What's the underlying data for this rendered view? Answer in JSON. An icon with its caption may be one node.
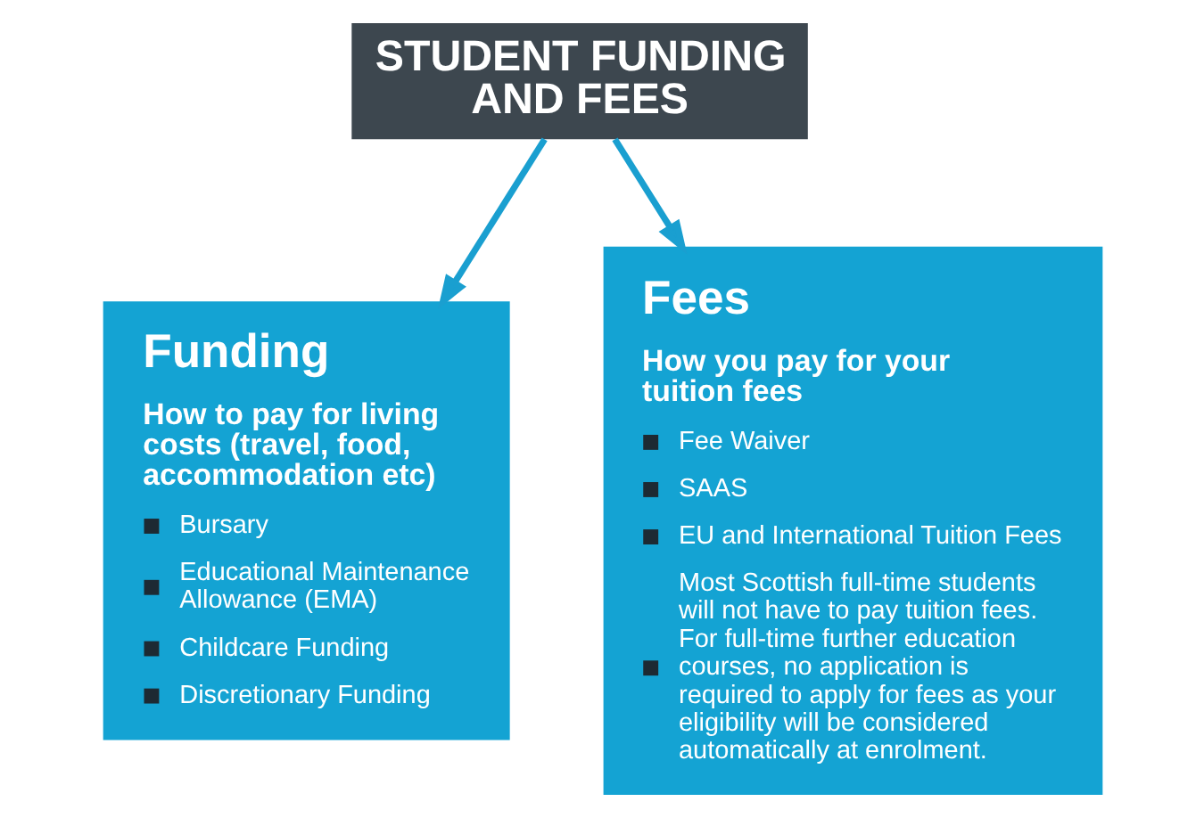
{
  "diagram": {
    "nodes": [
      {
        "text": [
          "STUDENT FUNDING AND FEES"
        ]
      },
      {
        "text": [
          "Funding",
          "How to pay for living costs (travel, food, accommodation etc)",
          "Bursary",
          "Educational Maintenance Allowance (EMA)",
          "Childcare Funding",
          "Discretionary Funding"
        ]
      },
      {
        "text": [
          "Fees",
          "How you pay for your tuition fees",
          "Fee Waiver",
          "SAAS",
          "EU and International Tuition Fees",
          "Most Scottish full-time students will not have to pay tuition fees. For full-time further education courses, no application is required to apply for fees as your eligibility will be considered automatically at enrolment."
        ]
      }
    ],
    "edges": [
      {
        "from": 0,
        "to": 1,
        "arrow": "to"
      },
      {
        "from": 0,
        "to": 2,
        "arrow": "to"
      }
    ]
  }
}
